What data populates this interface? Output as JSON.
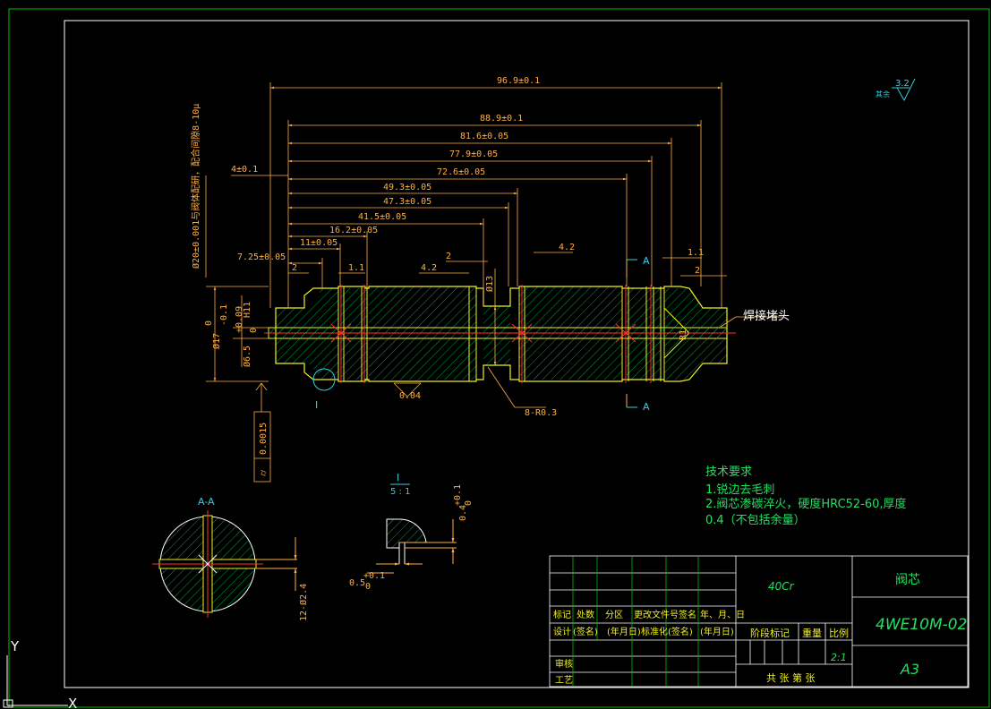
{
  "dimensions": {
    "overall_length": "96.9±0.1",
    "d_88": "88.9±0.1",
    "d_81": "81.6±0.05",
    "d_77": "77.9±0.05",
    "d_72": "72.6±0.05",
    "d_49": "49.3±0.05",
    "d_47": "47.3±0.05",
    "d_41": "41.5±0.05",
    "d_16": "16.2±0.05",
    "d_11": "11±0.05",
    "d_7": "7.25±0.05",
    "d_4": "4±0.1",
    "d_2a": "2",
    "d_11a": "1.1",
    "d_42a": "4.2",
    "d_2b": "2",
    "d_42b": "4.2",
    "d_11b": "1.1",
    "d_2c": "2",
    "d_phi13": "Ø13",
    "d_phi17": "Ø17",
    "d_phi17_tol_upper": "0",
    "d_phi17_tol_lower": "-0.1",
    "d_phi65": "Ø6.5",
    "d_phi65_tol_upper": "+0.09",
    "d_phi65_tol_lower": "0",
    "d_phi65_fit": "H11",
    "d_phi20_note": "Ø20±0.001与阀体配研，配合间隙8-10μ",
    "d_r03": "8-R0.3",
    "d_flat": "0.04",
    "d_cyl": "0.0015",
    "d_12": "12-Ø2.4",
    "d_small_r": "R1"
  },
  "labels": {
    "weld_plug": "焊接堵头",
    "section_mark_a": "A",
    "section_title": "A-A",
    "detail_mark": "I",
    "detail_title_top": "I",
    "detail_title_scale": "5 : 1",
    "detail_dim_v": "0.4",
    "detail_dim_v_upper": "+0.1",
    "detail_dim_v_lower": "0",
    "detail_dim_h": "0.5",
    "detail_dim_h_upper": "+0.1",
    "detail_dim_h_lower": "0",
    "roughness_value": "3.2",
    "roughness_rest": "其余"
  },
  "tech_requirements": {
    "title": "技术要求",
    "items": [
      "1.锐边去毛刺",
      "2.阀芯渗碳淬火，硬度HRC52-60,厚度",
      "0.4（不包括余量）"
    ]
  },
  "title_block": {
    "material": "40Cr",
    "part_name": "阀芯",
    "drawing_no": "4WE10M-02",
    "sheet_size": "A3",
    "scale": "2:1",
    "stage_label": "阶段标记",
    "weight_label": "重量",
    "scale_label": "比例",
    "sheets_label": "共  张  第  张",
    "row1": [
      "标记",
      "处数",
      "分区",
      "更改文件号",
      "签名",
      "年、月、日"
    ],
    "row2": [
      "设计",
      "(签名)",
      "(年月日)",
      "标准化",
      "(签名)",
      "(年月日)"
    ],
    "row3": [
      "审核"
    ],
    "row4": [
      "工艺"
    ]
  },
  "ucs": {
    "y": "Y",
    "x": "X"
  },
  "colors": {
    "frame": "#00c000",
    "dim": "#ffb040",
    "part": "#f0f020",
    "hatch": "#00b040",
    "center": "#ff3030",
    "text": "#22e060"
  }
}
